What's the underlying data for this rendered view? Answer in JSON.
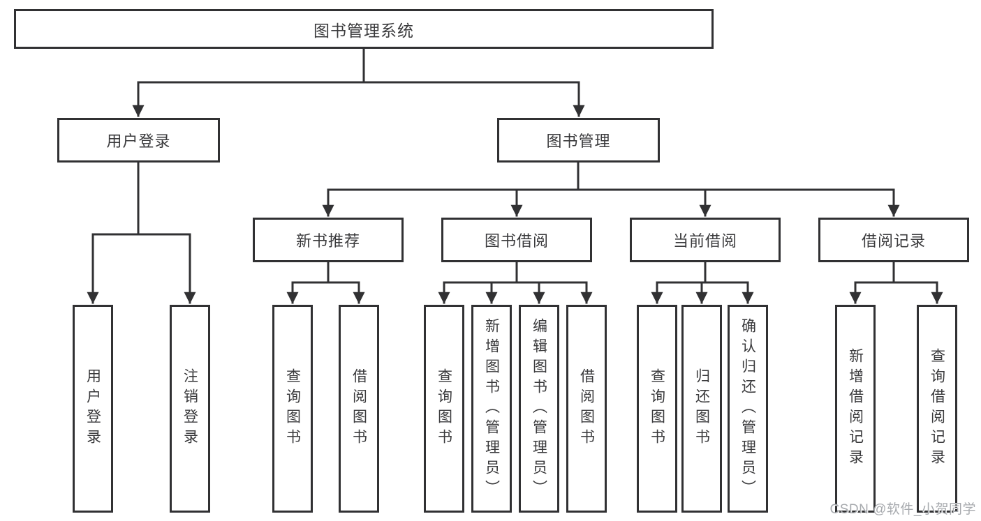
{
  "diagram_type": "function-structure-tree",
  "colors": {
    "line": "#313133",
    "text": "#3a3a3c",
    "watermark": "#a7aaae",
    "background": "#ffffff"
  },
  "tree": {
    "label": "图书管理系统",
    "children": [
      {
        "label": "用户登录",
        "children": [
          {
            "label": "用户登录"
          },
          {
            "label": "注销登录"
          }
        ]
      },
      {
        "label": "图书管理",
        "children": [
          {
            "label": "新书推荐",
            "children": [
              {
                "label": "查询图书"
              },
              {
                "label": "借阅图书"
              }
            ]
          },
          {
            "label": "图书借阅",
            "children": [
              {
                "label": "查询图书"
              },
              {
                "label": "新增图书（管理员）"
              },
              {
                "label": "编辑图书（管理员）"
              },
              {
                "label": "借阅图书"
              }
            ]
          },
          {
            "label": "当前借阅",
            "children": [
              {
                "label": "查询图书"
              },
              {
                "label": "归还图书"
              },
              {
                "label": "确认归还（管理员）"
              }
            ]
          },
          {
            "label": "借阅记录",
            "children": [
              {
                "label": "新增借阅记录"
              },
              {
                "label": "查询借阅记录"
              }
            ]
          }
        ]
      }
    ]
  },
  "watermark": {
    "text": "CSDN @软件_小贺同学"
  }
}
